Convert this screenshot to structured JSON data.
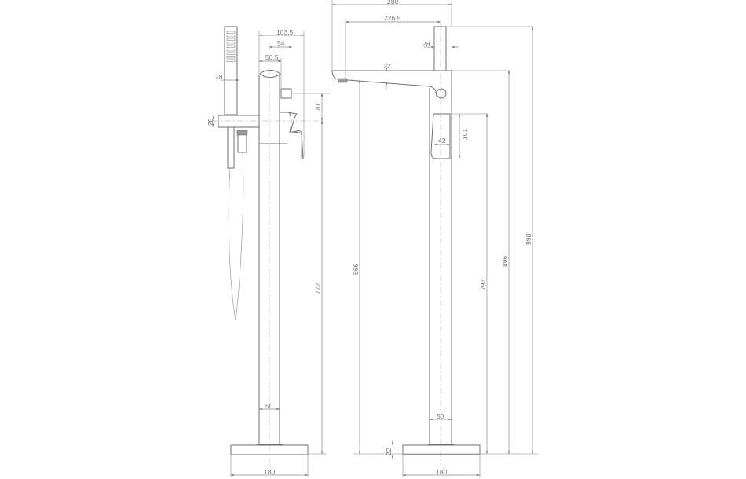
{
  "drawing": {
    "subject": "Freestanding bath mixer with hand shower — technical dimension drawing",
    "line_color": "#6f6f6f",
    "background": "#ffffff"
  },
  "side_view": {
    "dims": {
      "top_body_width": "103.5",
      "cartridge_offset": "54",
      "body_width": "50.5",
      "handset_width": "28",
      "outlet_height": "70",
      "holder_height": "28",
      "column_height": "772",
      "column_width": "50",
      "base_width": "180"
    }
  },
  "front_view": {
    "dims": {
      "spout_total_length": "280",
      "spout_reach": "226.5",
      "column_top_width": "28",
      "spout_thickness": "22",
      "lever_height": "101",
      "lever_width": "42",
      "spout_outlet_height": "866",
      "lever_base_height": "793",
      "spout_top_height": "896",
      "total_height": "998",
      "column_width": "50",
      "base_thickness": "22",
      "base_width": "180"
    }
  }
}
